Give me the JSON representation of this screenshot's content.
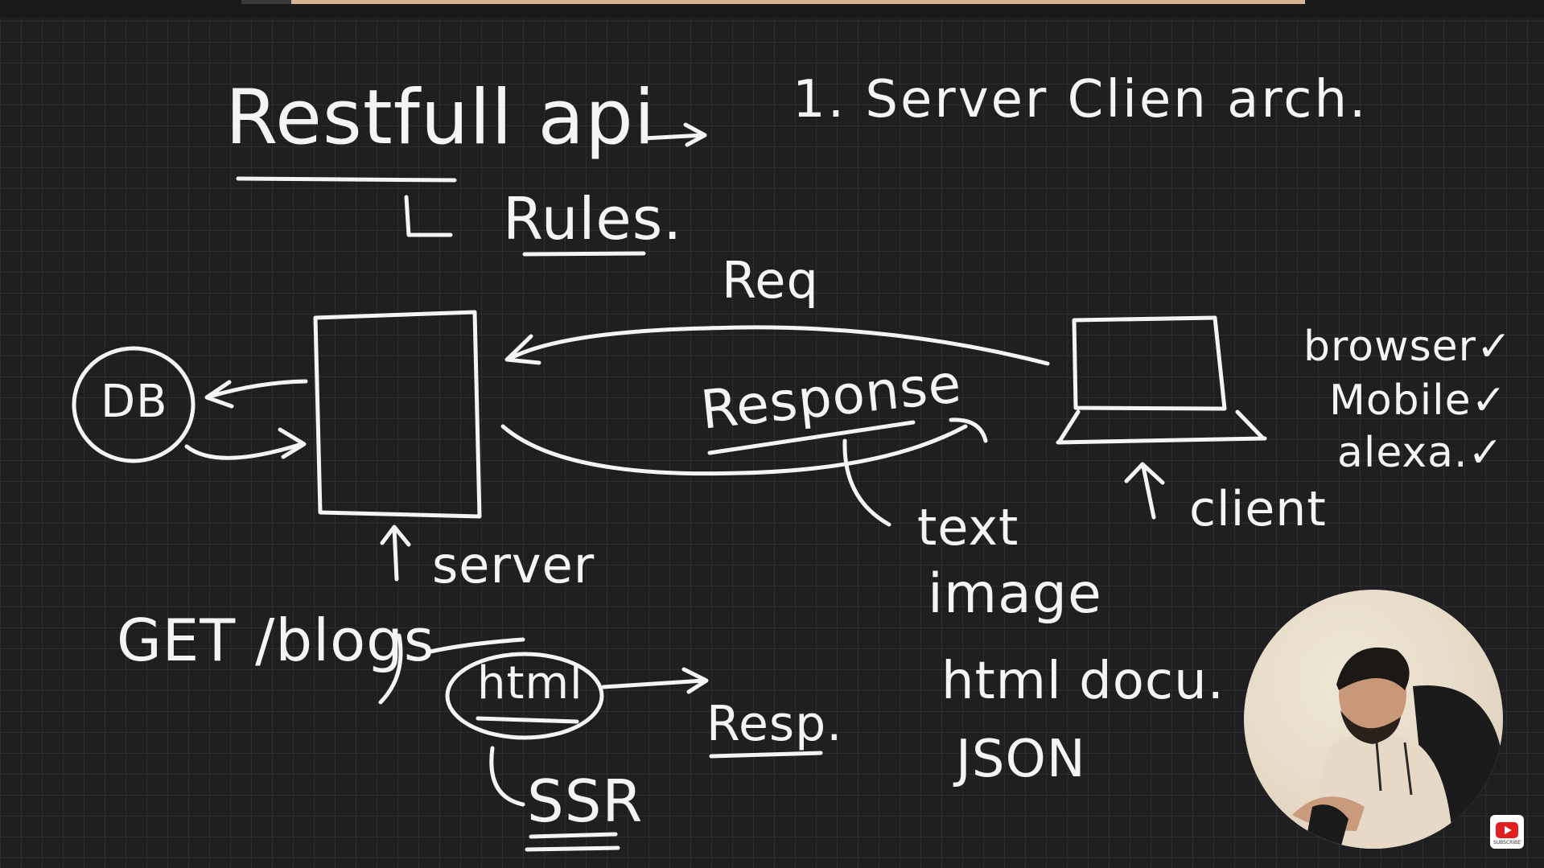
{
  "board": {
    "title": "Restfull api",
    "title_sub": "Rules.",
    "point_1": "1. Server Clien arch.",
    "req_label": "Req",
    "response_label": "Response",
    "db_label": "DB",
    "server_label": "server",
    "client_label": "client",
    "clients": [
      "browser✓",
      "Mobile✓",
      "alexa.✓"
    ],
    "response_types": [
      "text",
      "image",
      "html docu.",
      "JSON"
    ],
    "get_label": "GET /blogs",
    "html_label": "html",
    "resp_label": "Resp.",
    "ssr_label": "SSR"
  },
  "colors": {
    "background": "#1f1f21",
    "grid": "#2d2d30",
    "ink": "#f4f4f2",
    "top_strip": "#d7b48f"
  },
  "overlays": {
    "webcam": "presenter-webcam",
    "subscribe_icon": "youtube-subscribe-icon",
    "subscribe_text": "SUBSCRIBE"
  }
}
